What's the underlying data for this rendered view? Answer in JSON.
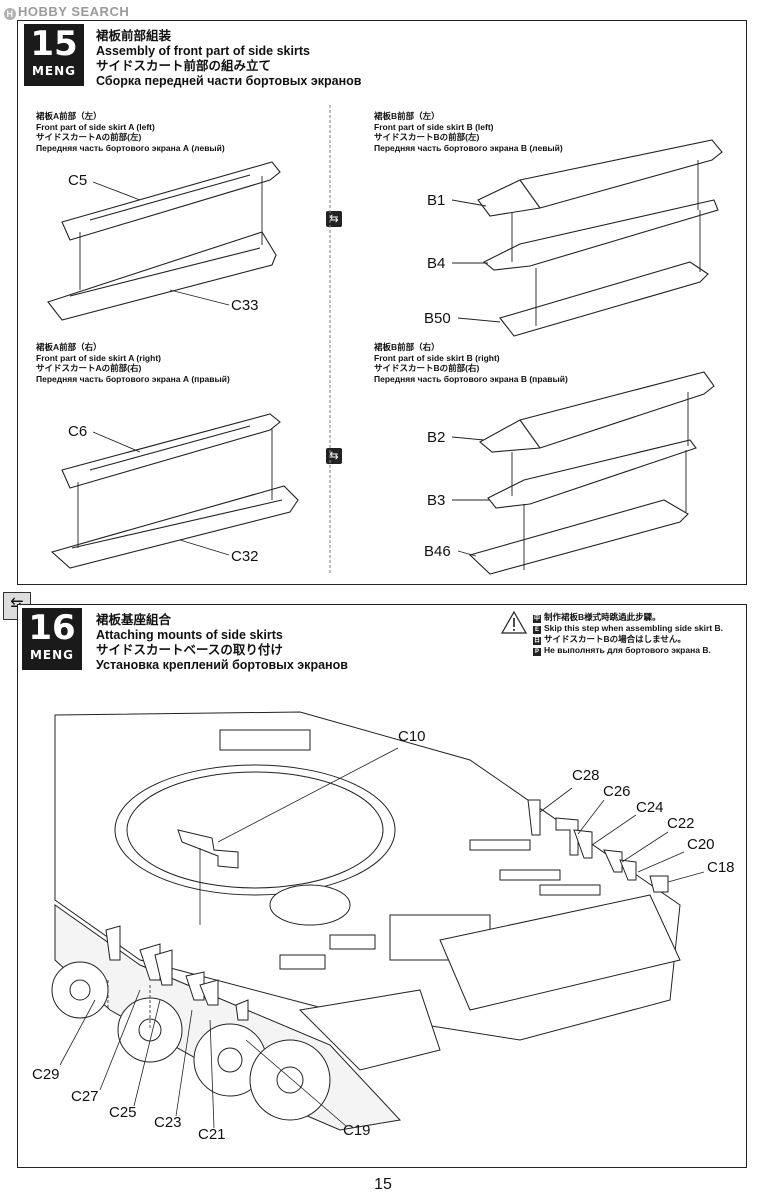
{
  "watermark": "HOBBY SEARCH",
  "steps": [
    {
      "number": "15",
      "brand": "MENG",
      "titles": [
        "裙板前部組装",
        "Assembly of front part of side skirts",
        "サイドスカート前部の組み立て",
        "Сборка передней части бортовых экранов"
      ],
      "subs": [
        {
          "zh": "裙板A前部（左）",
          "en": "Front part of side skirt A (left)",
          "ja": "サイドスカートAの前部(左)",
          "ru": "Передняя часть бортового экрана А (левый)"
        },
        {
          "zh": "裙板B前部（左）",
          "en": "Front part of side skirt B (left)",
          "ja": "サイドスカートBの前部(左)",
          "ru": "Передняя часть бортового экрана В (левый)"
        },
        {
          "zh": "裙板A前部（右）",
          "en": "Front part of side skirt A (right)",
          "ja": "サイドスカートAの前部(右)",
          "ru": "Передняя часть бортового экрана А (правый)"
        },
        {
          "zh": "裙板B前部（右）",
          "en": "Front part of side skirt B (right)",
          "ja": "サイドスカートBの前部(右)",
          "ru": "Передняя часть бортового экрана В (правый)"
        }
      ],
      "parts": [
        "C5",
        "C33",
        "B1",
        "B4",
        "B50",
        "C6",
        "C32",
        "B2",
        "B3",
        "B46"
      ]
    },
    {
      "number": "16",
      "brand": "MENG",
      "titles": [
        "裙板基座組合",
        "Attaching mounts of side skirts",
        "サイドスカートベースの取り付け",
        "Установка креплений бортовых экранов"
      ],
      "note": [
        "制作裙板B様式時跳過此步驟。",
        "Skip this step when assembling side skirt B.",
        "サイドスカートBの場合はしません。",
        "Не выполнять для бортового экрана В."
      ],
      "parts": [
        "C10",
        "C28",
        "C26",
        "C24",
        "C22",
        "C20",
        "C18",
        "C29",
        "C27",
        "C25",
        "C23",
        "C21",
        "C19"
      ]
    }
  ],
  "page_number": "15"
}
